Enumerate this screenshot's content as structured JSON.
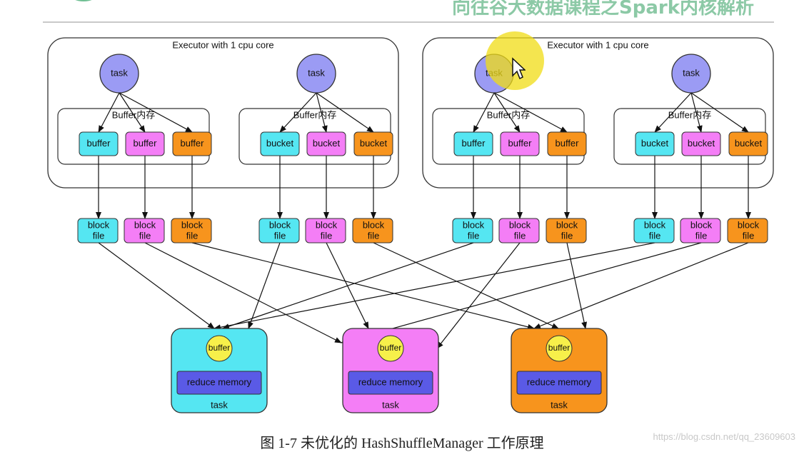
{
  "header": {
    "title": "向往谷大数据课程之Spark内核解析"
  },
  "executors": [
    {
      "label": "Executor with 1 cpu core",
      "tasks": [
        {
          "task_label": "task",
          "buffer_group_label": "Buffer内存",
          "buffers": [
            "buffer",
            "buffer",
            "buffer"
          ]
        },
        {
          "task_label": "task",
          "buffer_group_label": "Buffer内存",
          "buffers": [
            "bucket",
            "bucket",
            "bucket"
          ]
        }
      ]
    },
    {
      "label": "Executor with 1 cpu core",
      "tasks": [
        {
          "task_label": "task",
          "buffer_group_label": "Buffer内存",
          "buffers": [
            "buffer",
            "buffer",
            "buffer"
          ]
        },
        {
          "task_label": "task",
          "buffer_group_label": "Buffer内存",
          "buffers": [
            "bucket",
            "bucket",
            "bucket"
          ]
        }
      ]
    }
  ],
  "block_file": {
    "line1": "block",
    "line2": "file"
  },
  "reducers": [
    {
      "buffer_label": "buffer",
      "memory_label": "reduce memory",
      "task_label": "task"
    },
    {
      "buffer_label": "buffer",
      "memory_label": "reduce memory",
      "task_label": "task"
    },
    {
      "buffer_label": "buffer",
      "memory_label": "reduce memory",
      "task_label": "task"
    }
  ],
  "colors": {
    "cyan": "#55e6f2",
    "magenta": "#f47ef6",
    "orange": "#f7941d",
    "task": "#9b9bf4",
    "reduce_memory": "#5a5ae6",
    "reduce_buffer": "#f7f04a"
  },
  "caption": "图 1-7 未优化的 HashShuffleManager 工作原理",
  "watermark": "https://blog.csdn.net/qq_23609603"
}
